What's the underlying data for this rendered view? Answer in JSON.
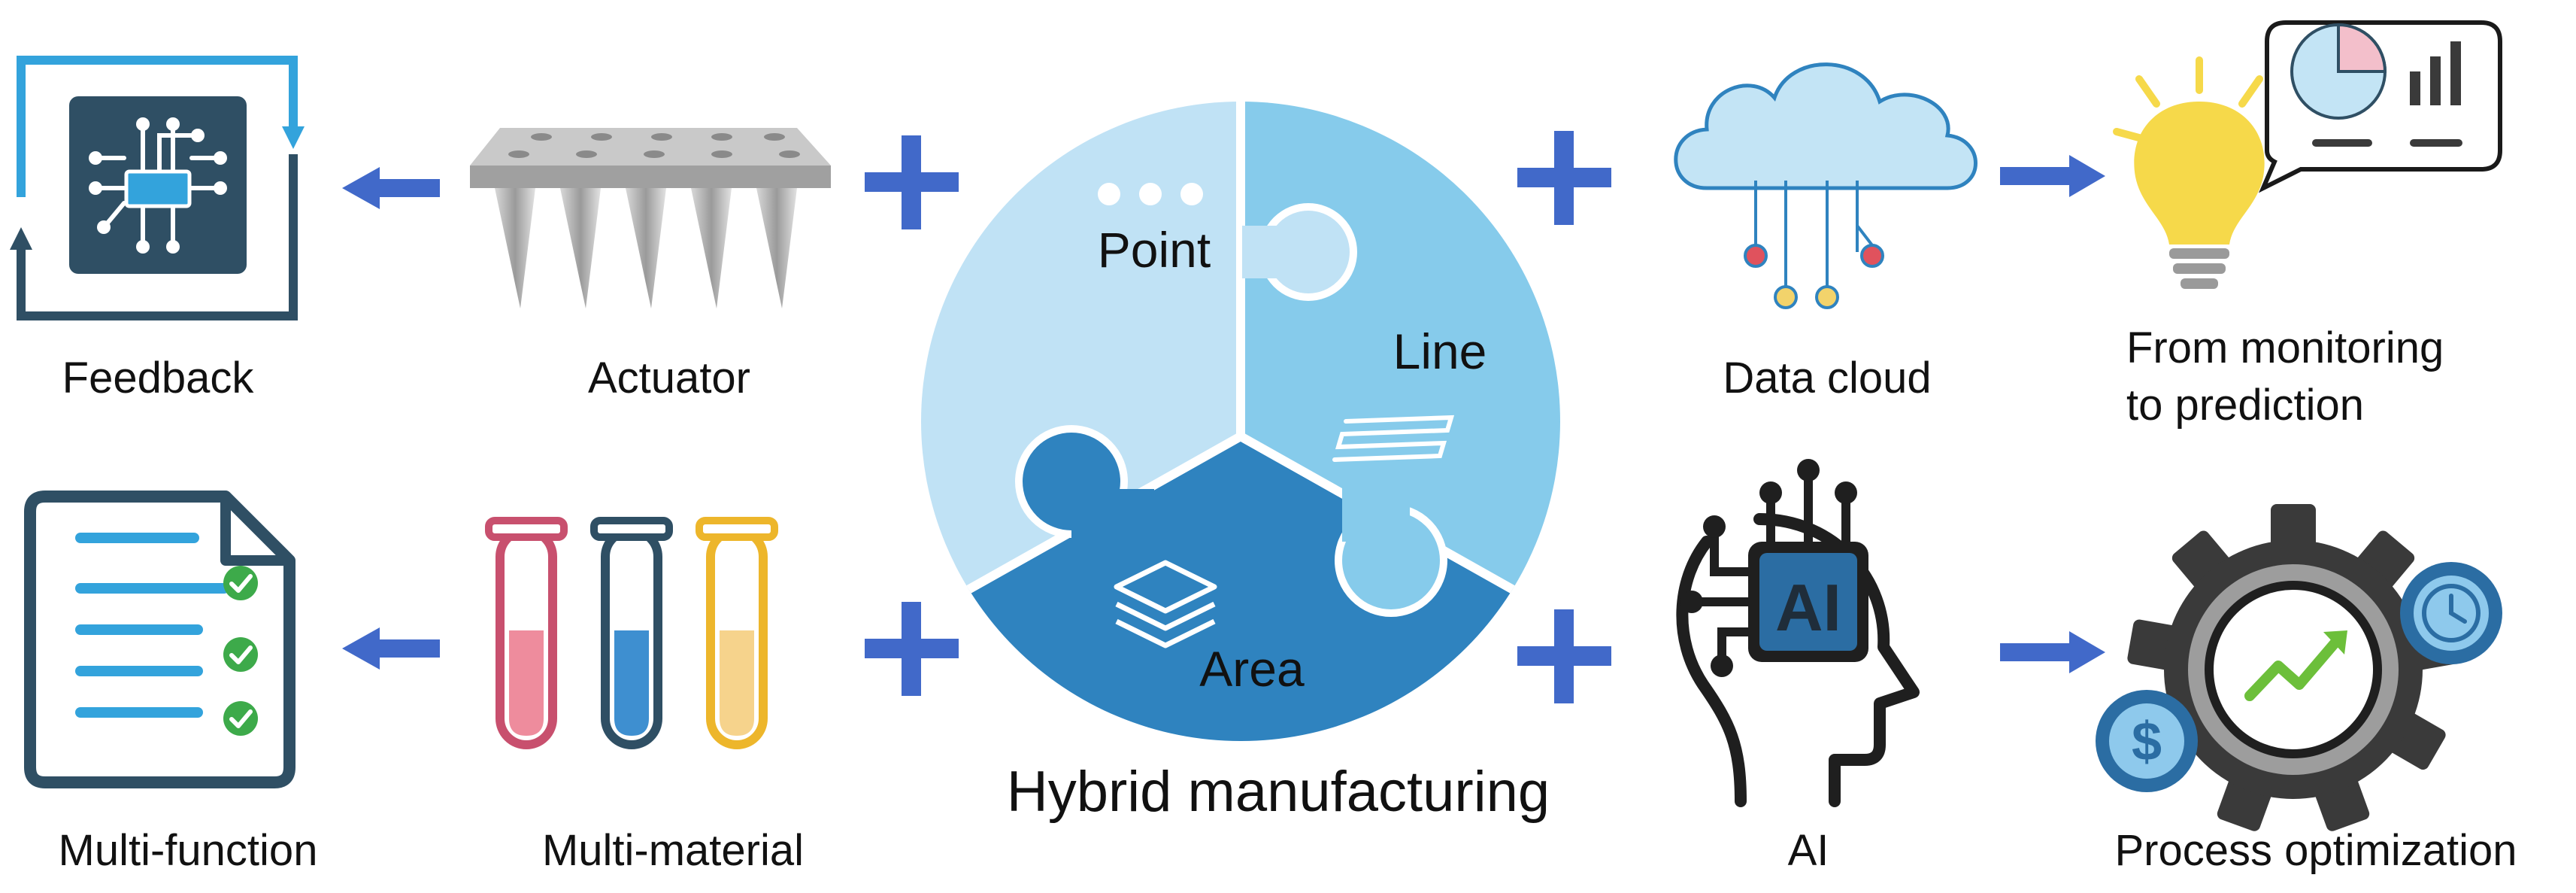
{
  "labels": {
    "feedback": "Feedback",
    "actuator": "Actuator",
    "data_cloud": "Data cloud",
    "monitoring_line1": "From monitoring",
    "monitoring_line2": "to prediction",
    "multi_function": "Multi-function",
    "multi_material": "Multi-material",
    "ai": "AI",
    "process_optimization": "Process optimization"
  },
  "center": {
    "title": "Hybrid manufacturing",
    "point": "Point",
    "line": "Line",
    "area": "Area"
  },
  "ai_chip_text": "AI",
  "icons": {
    "feedback": "circuit-chip-feedback-loop-icon",
    "actuator": "microneedle-array-icon",
    "multi_function": "document-checklist-icon",
    "multi_material": "test-tubes-icon",
    "data_cloud": "cloud-network-icon",
    "monitoring": "lightbulb-dashboard-icon",
    "ai": "ai-head-icon",
    "process_optimization": "gear-dollar-clock-icon"
  },
  "colors": {
    "arrow_plus_blue": "#4169C9",
    "puzzle_point": "#C0E2F5",
    "puzzle_line": "#86CBEB",
    "puzzle_area": "#2F83BF",
    "dark_icon": "#2F4F64",
    "tube_pink": "#C8506E",
    "tube_blue": "#2F6BA3",
    "tube_yellow": "#EDB62B",
    "bulb_yellow": "#F6D94A",
    "check_green": "#3DAA4A"
  }
}
